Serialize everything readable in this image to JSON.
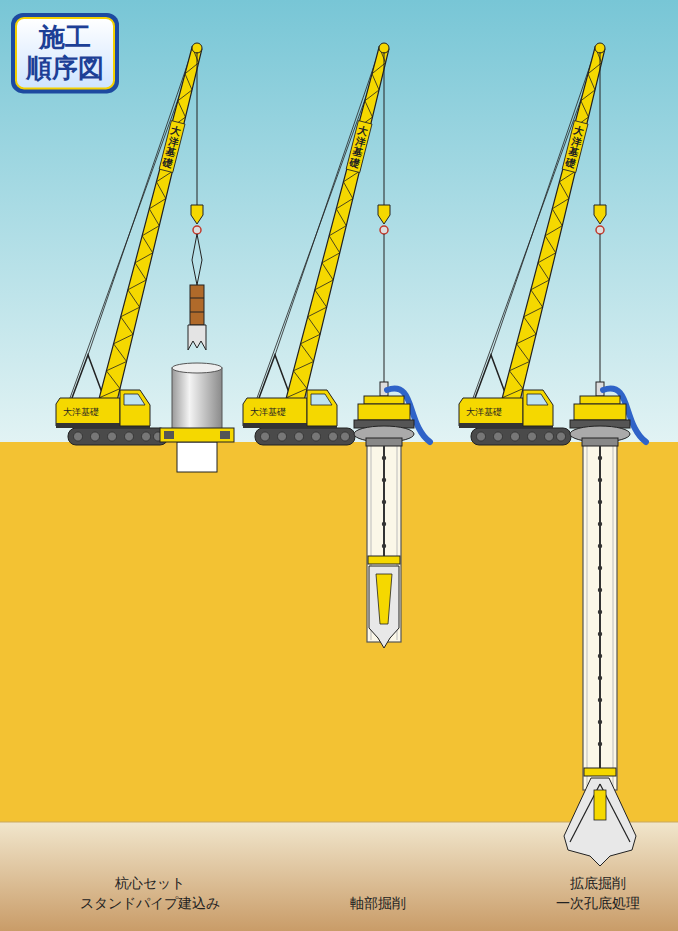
{
  "diagram": {
    "title": "施工 順序図",
    "labels": [
      "大洋基礎",
      "大洋基礎",
      "大洋基礎",
      "大洋基礎",
      "大洋基礎",
      "大洋基礎",
      "杭心セット スタンドパイプ建込み",
      "軸部掘削",
      "拡底掘削 一次孔底処理"
    ]
  }
}
